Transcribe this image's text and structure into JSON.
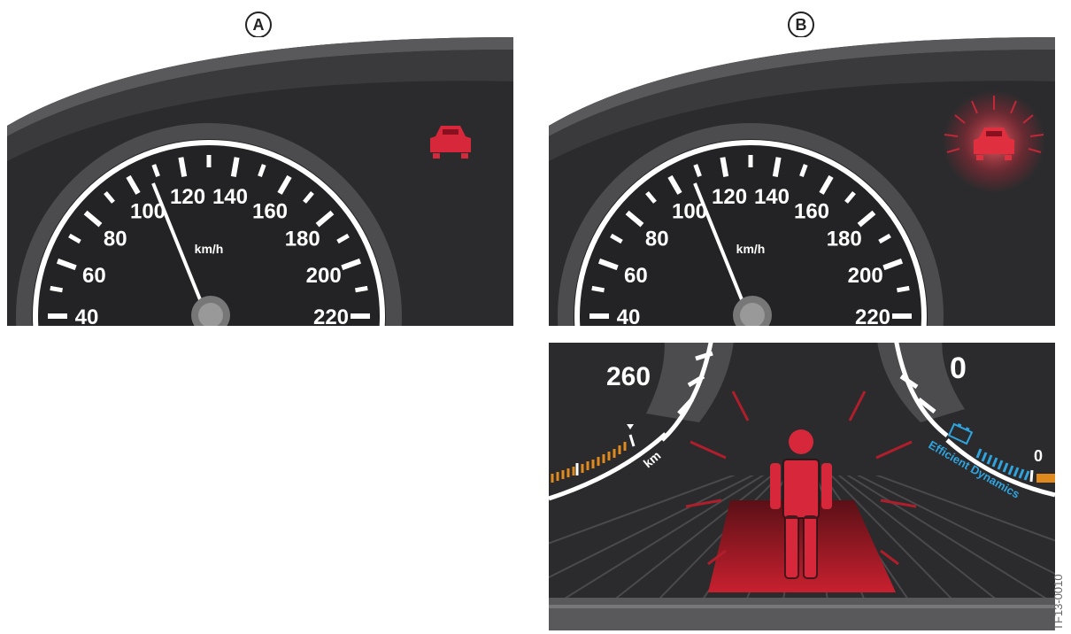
{
  "labels": {
    "a": "A",
    "b": "B"
  },
  "speedometer": {
    "ticks": [
      "40",
      "60",
      "80",
      "100",
      "120",
      "140",
      "160",
      "180",
      "200",
      "220"
    ],
    "unit": "km/h",
    "needle_value": 100
  },
  "lower_display": {
    "left_speed": "260",
    "right_value": "0",
    "range_unit": "km",
    "efficient_dynamics_label": "Efficient Dynamics",
    "efficient_dynamics_value": "0"
  },
  "image_code": "TF13-0010",
  "colors": {
    "panel": "#2b2b2d",
    "bezel": "#4a4a4c",
    "warning_red": "#d6283a",
    "efficient_blue": "#2fa4de",
    "range_orange": "#e08a1e"
  }
}
